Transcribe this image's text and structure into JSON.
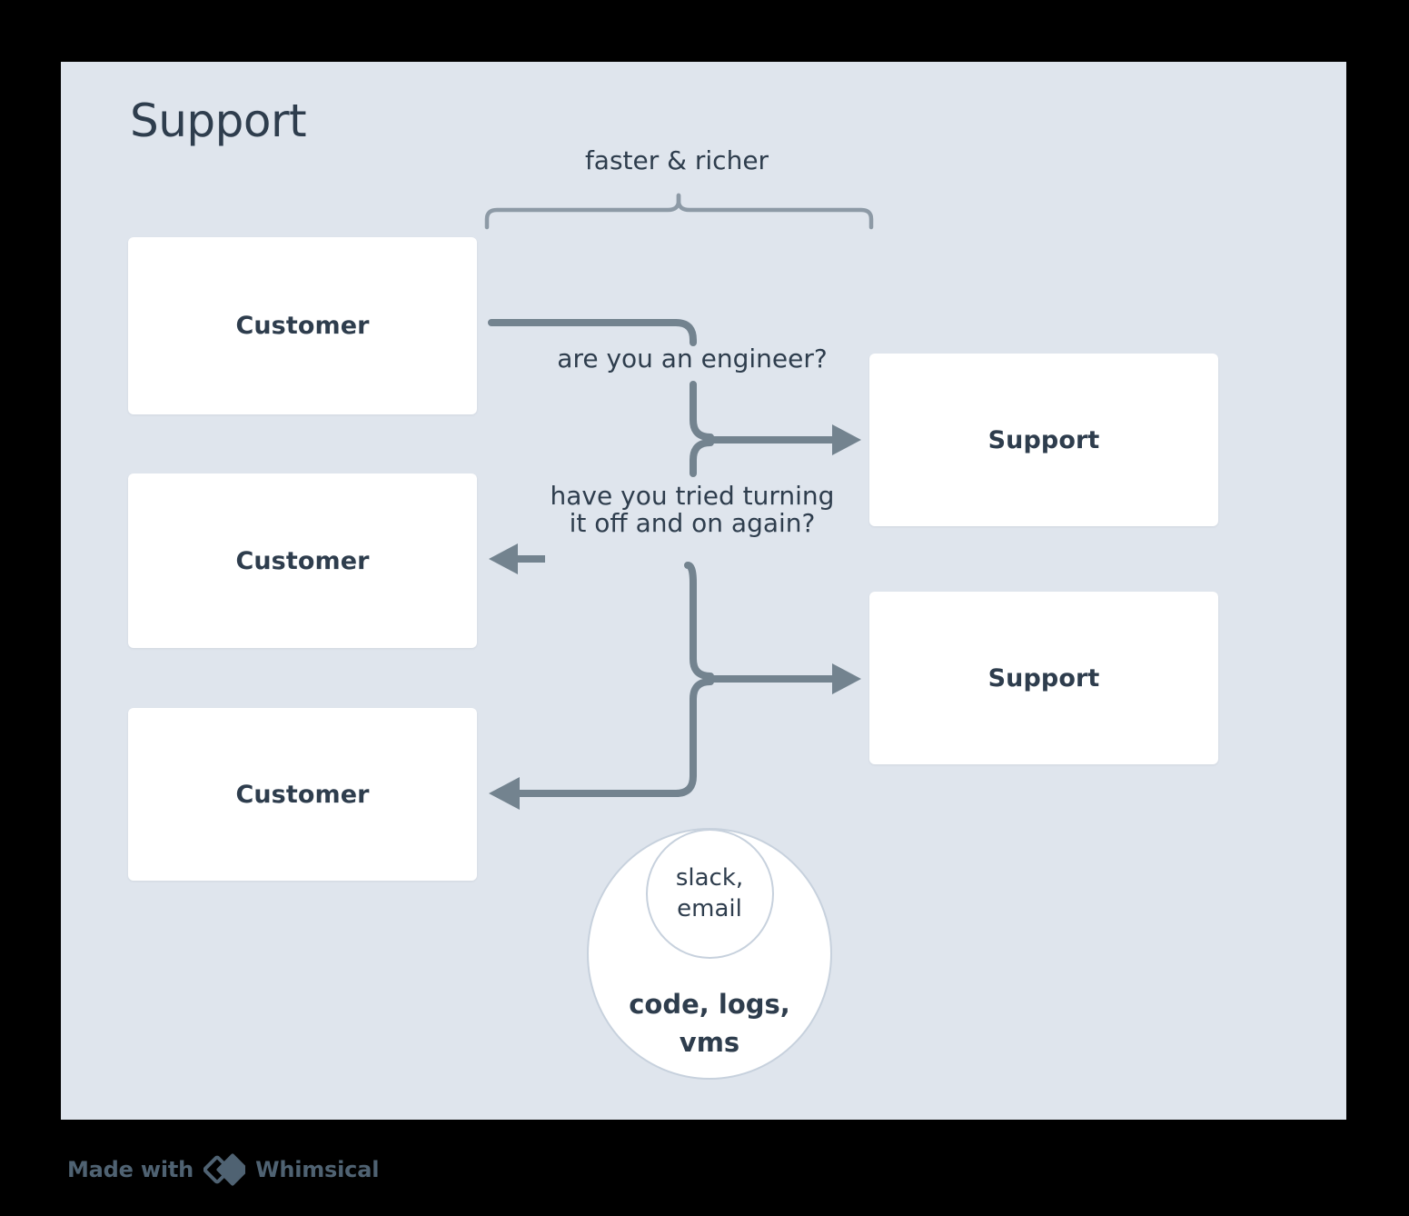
{
  "page": {
    "background_color": "#000000",
    "canvas_color": "#dfe5ed"
  },
  "diagram": {
    "title": "Support",
    "title_color": "#2e3d4d",
    "node_color": "#ffffff",
    "wire_color": "#73838f",
    "brace_color": "#8d9aa6",
    "circle_stroke_color": "#c7d1dd",
    "nodes": [
      {
        "id": "customer-1",
        "label": "Customer",
        "column": "left",
        "row": 1
      },
      {
        "id": "customer-2",
        "label": "Customer",
        "column": "left",
        "row": 2
      },
      {
        "id": "customer-3",
        "label": "Customer",
        "column": "left",
        "row": 3
      },
      {
        "id": "support-1",
        "label": "Support",
        "column": "right",
        "row": 1
      },
      {
        "id": "support-2",
        "label": "Support",
        "column": "right",
        "row": 2
      }
    ],
    "edge_labels": {
      "brace": "faster & richer",
      "engineer": "are you an engineer?",
      "turn_off_on": "have you tried turning\nit off and on again?"
    },
    "circles": {
      "inner_label": "slack,\nemail",
      "outer_label": "code, logs,\nvms"
    }
  },
  "footer": {
    "made_with": "Made with",
    "brand": "Whimsical",
    "logo_icon": "whimsical-diamond-logo",
    "color": "#4f6272"
  }
}
